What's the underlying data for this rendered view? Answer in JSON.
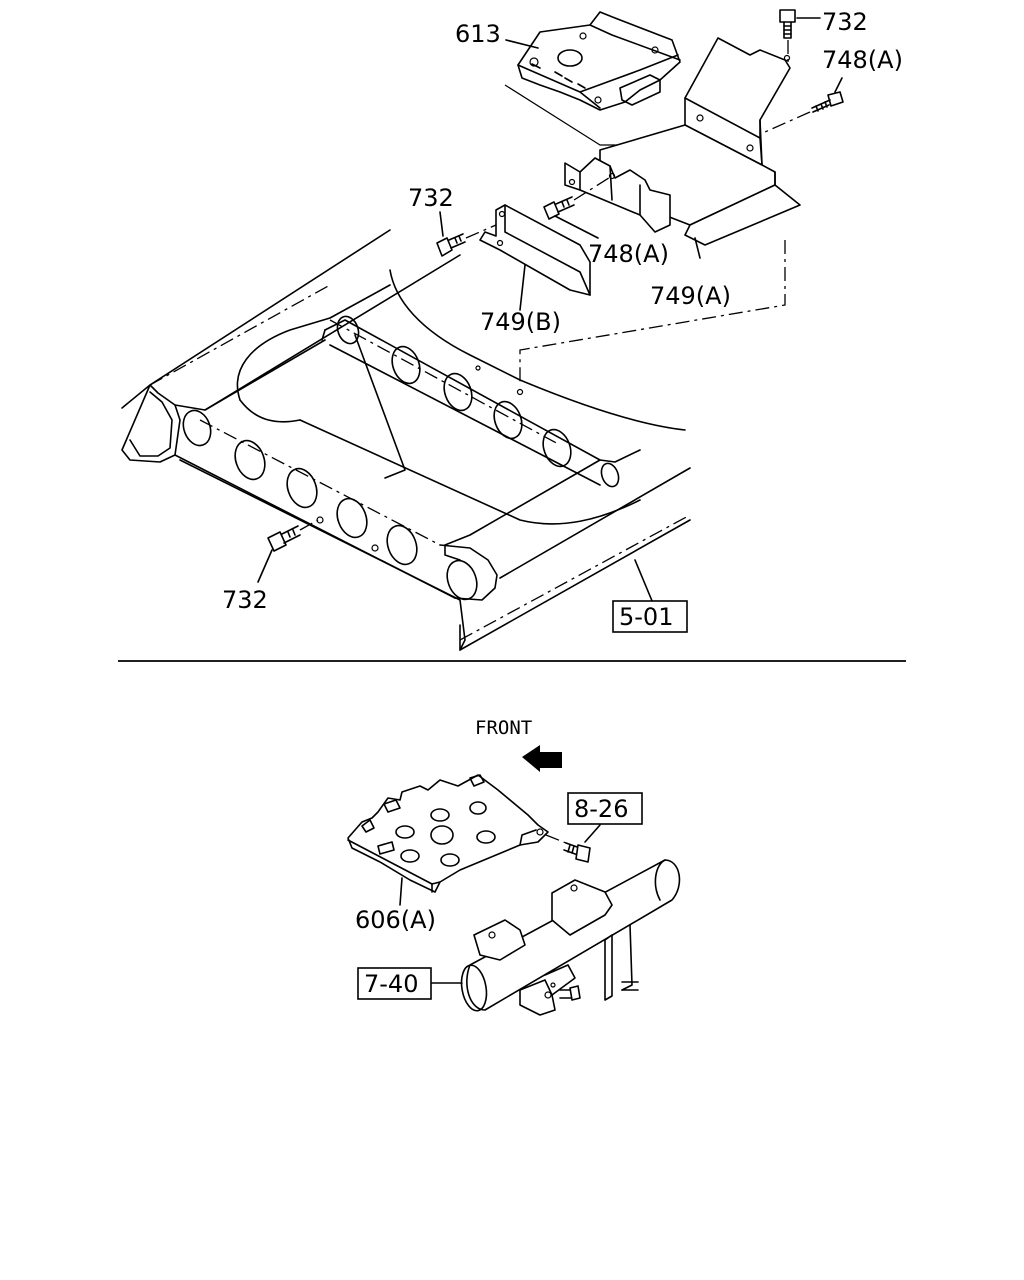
{
  "upper_view": {
    "labels": {
      "ecu": "613",
      "bolt_top": "732",
      "bolt_a_top": "748(A)",
      "bolt_left": "732",
      "bolt_a_mid": "748(A)",
      "bracket_a": "749(A)",
      "bracket_b": "749(B)",
      "bolt_bottom": "732"
    },
    "reference": "5-01"
  },
  "lower_view": {
    "direction": "FRONT",
    "labels": {
      "plate": "606(A)"
    },
    "references": {
      "bolt_ref": "8-26",
      "pipe_ref": "7-40"
    }
  }
}
